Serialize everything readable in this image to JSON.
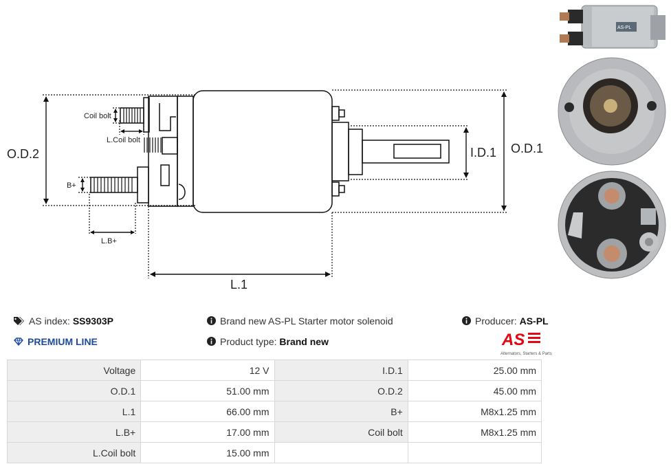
{
  "diagram": {
    "labels": {
      "od2": "O.D.2",
      "od1": "O.D.1",
      "id1": "I.D.1",
      "l1": "L.1",
      "coil_bolt": "Coil bolt",
      "l_coil_bolt": "L.Coil bolt",
      "b_plus": "B+",
      "l_b_plus": "L.B+"
    }
  },
  "photo": {
    "plate_text": "AS-PL"
  },
  "info": {
    "as_index_label": "AS index:",
    "as_index_value": "SS9303P",
    "premium": "PREMIUM LINE",
    "description": "Brand new AS-PL Starter motor solenoid",
    "product_type_label": "Product type:",
    "product_type_value": "Brand new",
    "producer_label": "Producer:",
    "producer_value": "AS-PL",
    "logo_text": "AS",
    "logo_tagline": "Alternators, Starters & Parts"
  },
  "specs": [
    {
      "l1": "Voltage",
      "v1": "12 V",
      "l2": "I.D.1",
      "v2": "25.00 mm"
    },
    {
      "l1": "O.D.1",
      "v1": "51.00 mm",
      "l2": "O.D.2",
      "v2": "45.00 mm"
    },
    {
      "l1": "L.1",
      "v1": "66.00 mm",
      "l2": "B+",
      "v2": "M8x1.25 mm"
    },
    {
      "l1": "L.B+",
      "v1": "17.00 mm",
      "l2": "Coil bolt",
      "v2": "M8x1.25 mm"
    },
    {
      "l1": "L.Coil bolt",
      "v1": "15.00 mm",
      "l2": "",
      "v2": ""
    }
  ],
  "colors": {
    "premium": "#1e4a9a",
    "logo_red": "#e30613",
    "label_bg": "#eeeeee"
  }
}
